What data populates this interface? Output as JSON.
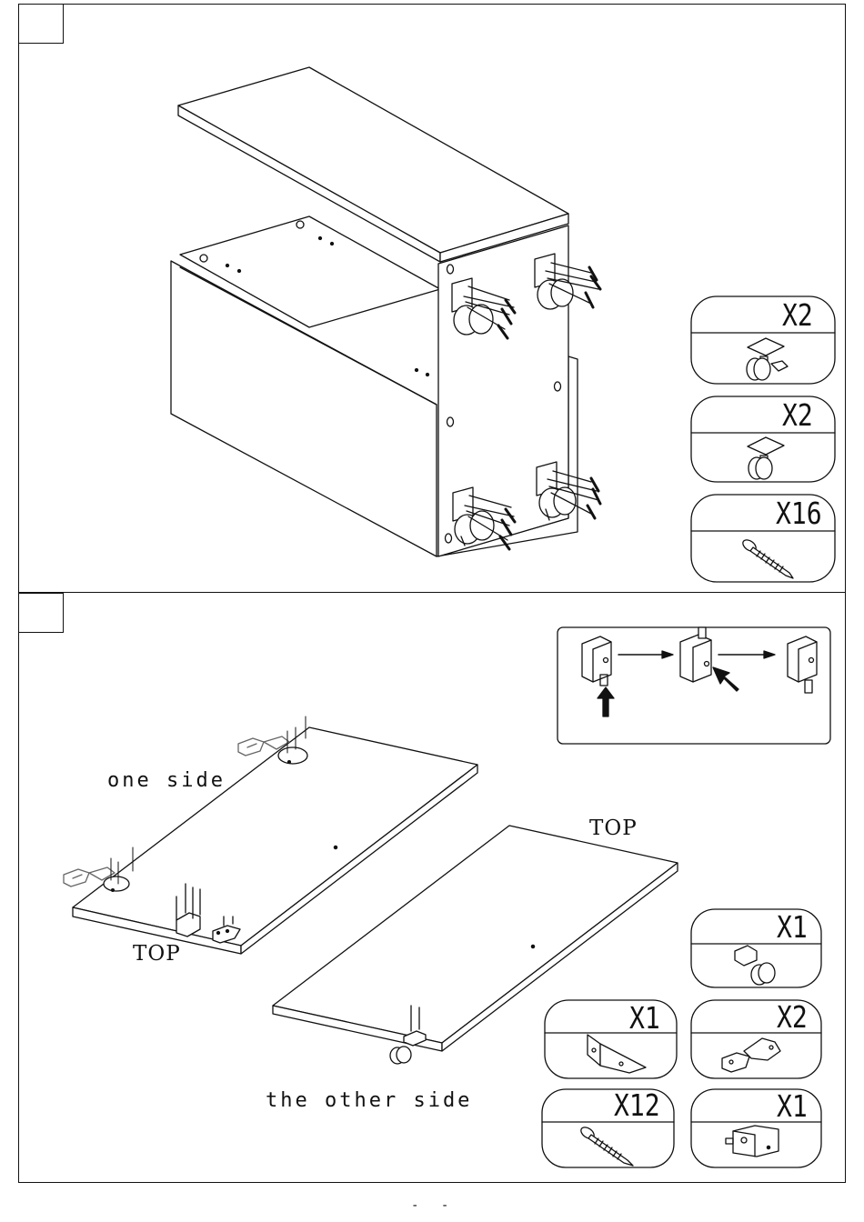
{
  "steps": [
    {
      "parts": [
        {
          "qty": "X2",
          "icon": "locking-caster-icon"
        },
        {
          "qty": "X2",
          "icon": "caster-icon"
        },
        {
          "qty": "X16",
          "icon": "screw-icon"
        }
      ]
    },
    {
      "labels": {
        "one_side": "one side",
        "top_left": "TOP",
        "top_right": "TOP",
        "other_side": "the other side"
      },
      "parts": [
        {
          "qty": "X1",
          "icon": "caster-icon"
        },
        {
          "qty": "X1",
          "icon": "angle-bracket-icon"
        },
        {
          "qty": "X2",
          "icon": "hinge-icon"
        },
        {
          "qty": "X12",
          "icon": "screw-icon"
        },
        {
          "qty": "X1",
          "icon": "door-bolt-icon"
        }
      ]
    }
  ],
  "page_number": "- -"
}
